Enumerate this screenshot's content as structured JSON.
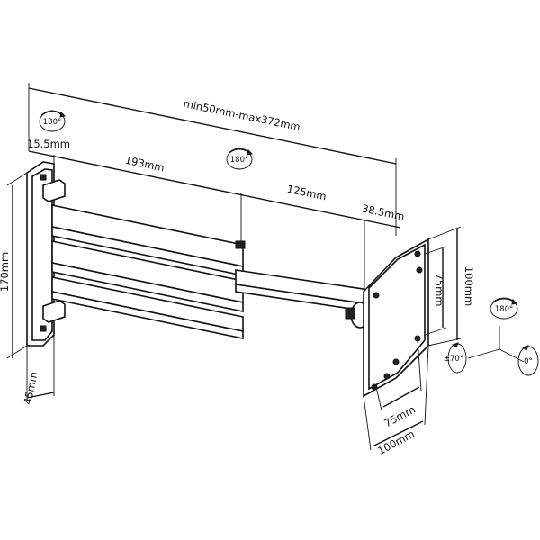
{
  "dimensions": {
    "total_reach": "min50mm-max372mm",
    "wall_offset": "15.5mm",
    "arm_1": "193mm",
    "arm_2": "125mm",
    "head_offset": "38.5mm",
    "plate_height": "170mm",
    "plate_width": "45mm",
    "vesa_h_large": "100mm",
    "vesa_h_small": "75mm",
    "vesa_w_small": "75mm",
    "vesa_w_large": "100mm"
  },
  "rotations": {
    "wall_swivel": "180°",
    "arm_swivel": "180°",
    "head_swivel": "180°",
    "tilt": "±70°",
    "screen_rotation": "0°"
  }
}
